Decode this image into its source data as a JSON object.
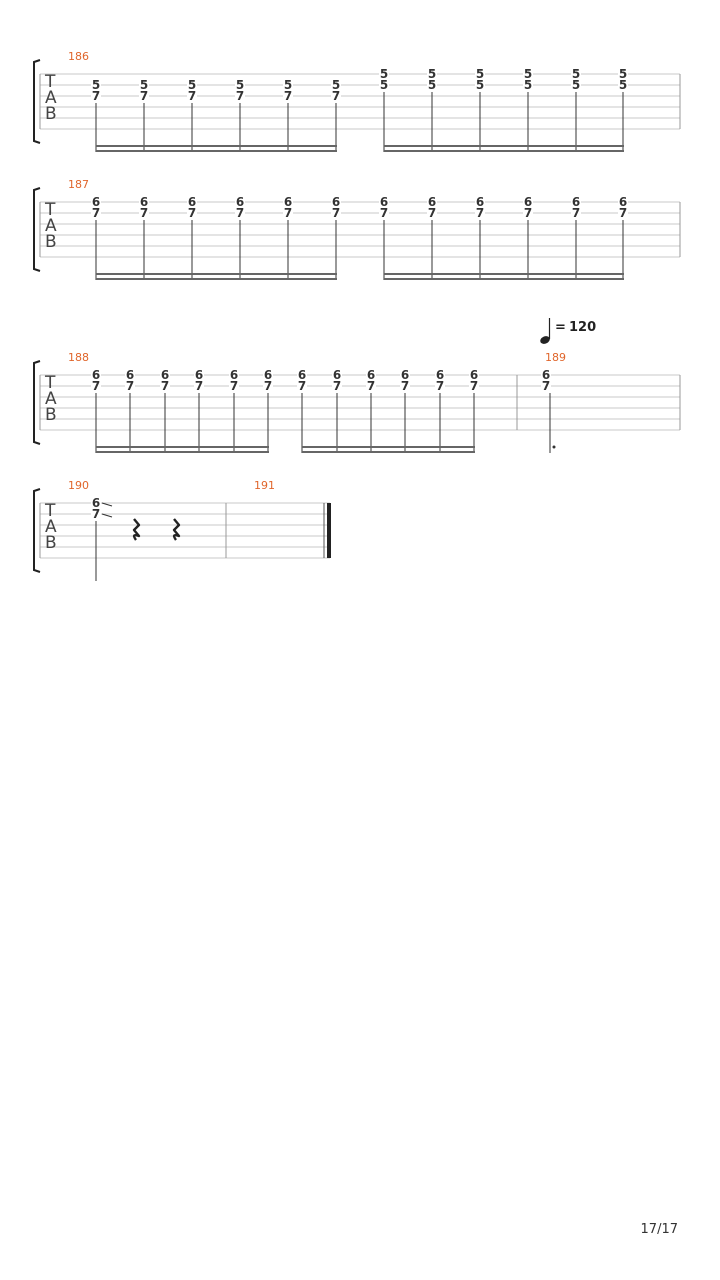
{
  "page": {
    "number": "17/17"
  },
  "tempo": {
    "bpm": "120",
    "note_symbol": "quarter-note-icon"
  },
  "tab_clef_letters": [
    "T",
    "A",
    "B"
  ],
  "colors": {
    "bar_number": "#e0662c",
    "staff_line": "#c8c8c8",
    "text": "#333333",
    "bracket": "#222222"
  },
  "systems": [
    {
      "measures": [
        {
          "number": "186",
          "beat_groups": 2,
          "notes": [
            {
              "frets": [
                "5",
                "7"
              ],
              "strings": [
                2,
                3
              ]
            },
            {
              "frets": [
                "5",
                "7"
              ],
              "strings": [
                2,
                3
              ]
            },
            {
              "frets": [
                "5",
                "7"
              ],
              "strings": [
                2,
                3
              ]
            },
            {
              "frets": [
                "5",
                "7"
              ],
              "strings": [
                2,
                3
              ]
            },
            {
              "frets": [
                "5",
                "7"
              ],
              "strings": [
                2,
                3
              ]
            },
            {
              "frets": [
                "5",
                "7"
              ],
              "strings": [
                2,
                3
              ]
            },
            {
              "frets": [
                "5",
                "5"
              ],
              "strings": [
                1,
                2
              ]
            },
            {
              "frets": [
                "5",
                "5"
              ],
              "strings": [
                1,
                2
              ]
            },
            {
              "frets": [
                "5",
                "5"
              ],
              "strings": [
                1,
                2
              ]
            },
            {
              "frets": [
                "5",
                "5"
              ],
              "strings": [
                1,
                2
              ]
            },
            {
              "frets": [
                "5",
                "5"
              ],
              "strings": [
                1,
                2
              ]
            },
            {
              "frets": [
                "5",
                "5"
              ],
              "strings": [
                1,
                2
              ]
            }
          ]
        }
      ]
    },
    {
      "measures": [
        {
          "number": "187",
          "beat_groups": 2,
          "notes": [
            {
              "frets": [
                "6",
                "7"
              ],
              "strings": [
                1,
                2
              ]
            },
            {
              "frets": [
                "6",
                "7"
              ],
              "strings": [
                1,
                2
              ]
            },
            {
              "frets": [
                "6",
                "7"
              ],
              "strings": [
                1,
                2
              ]
            },
            {
              "frets": [
                "6",
                "7"
              ],
              "strings": [
                1,
                2
              ]
            },
            {
              "frets": [
                "6",
                "7"
              ],
              "strings": [
                1,
                2
              ]
            },
            {
              "frets": [
                "6",
                "7"
              ],
              "strings": [
                1,
                2
              ]
            },
            {
              "frets": [
                "6",
                "7"
              ],
              "strings": [
                1,
                2
              ]
            },
            {
              "frets": [
                "6",
                "7"
              ],
              "strings": [
                1,
                2
              ]
            },
            {
              "frets": [
                "6",
                "7"
              ],
              "strings": [
                1,
                2
              ]
            },
            {
              "frets": [
                "6",
                "7"
              ],
              "strings": [
                1,
                2
              ]
            },
            {
              "frets": [
                "6",
                "7"
              ],
              "strings": [
                1,
                2
              ]
            },
            {
              "frets": [
                "6",
                "7"
              ],
              "strings": [
                1,
                2
              ]
            }
          ]
        }
      ]
    },
    {
      "measures": [
        {
          "number": "188",
          "beat_groups": 2,
          "notes": [
            {
              "frets": [
                "6",
                "7"
              ],
              "strings": [
                1,
                2
              ]
            },
            {
              "frets": [
                "6",
                "7"
              ],
              "strings": [
                1,
                2
              ]
            },
            {
              "frets": [
                "6",
                "7"
              ],
              "strings": [
                1,
                2
              ]
            },
            {
              "frets": [
                "6",
                "7"
              ],
              "strings": [
                1,
                2
              ]
            },
            {
              "frets": [
                "6",
                "7"
              ],
              "strings": [
                1,
                2
              ]
            },
            {
              "frets": [
                "6",
                "7"
              ],
              "strings": [
                1,
                2
              ]
            },
            {
              "frets": [
                "6",
                "7"
              ],
              "strings": [
                1,
                2
              ]
            },
            {
              "frets": [
                "6",
                "7"
              ],
              "strings": [
                1,
                2
              ]
            },
            {
              "frets": [
                "6",
                "7"
              ],
              "strings": [
                1,
                2
              ]
            },
            {
              "frets": [
                "6",
                "7"
              ],
              "strings": [
                1,
                2
              ]
            },
            {
              "frets": [
                "6",
                "7"
              ],
              "strings": [
                1,
                2
              ]
            },
            {
              "frets": [
                "6",
                "7"
              ],
              "strings": [
                1,
                2
              ]
            }
          ]
        },
        {
          "number": "189",
          "notes": [
            {
              "frets": [
                "6",
                "7"
              ],
              "strings": [
                1,
                2
              ],
              "duration": "dotted-half"
            }
          ]
        }
      ]
    },
    {
      "measures": [
        {
          "number": "190",
          "notes": [
            {
              "frets": [
                "6",
                "7"
              ],
              "strings": [
                1,
                2
              ],
              "slide_out": true
            }
          ],
          "rests": [
            "quarter-rest",
            "quarter-rest"
          ]
        },
        {
          "number": "191",
          "final_barline": true
        }
      ]
    }
  ]
}
